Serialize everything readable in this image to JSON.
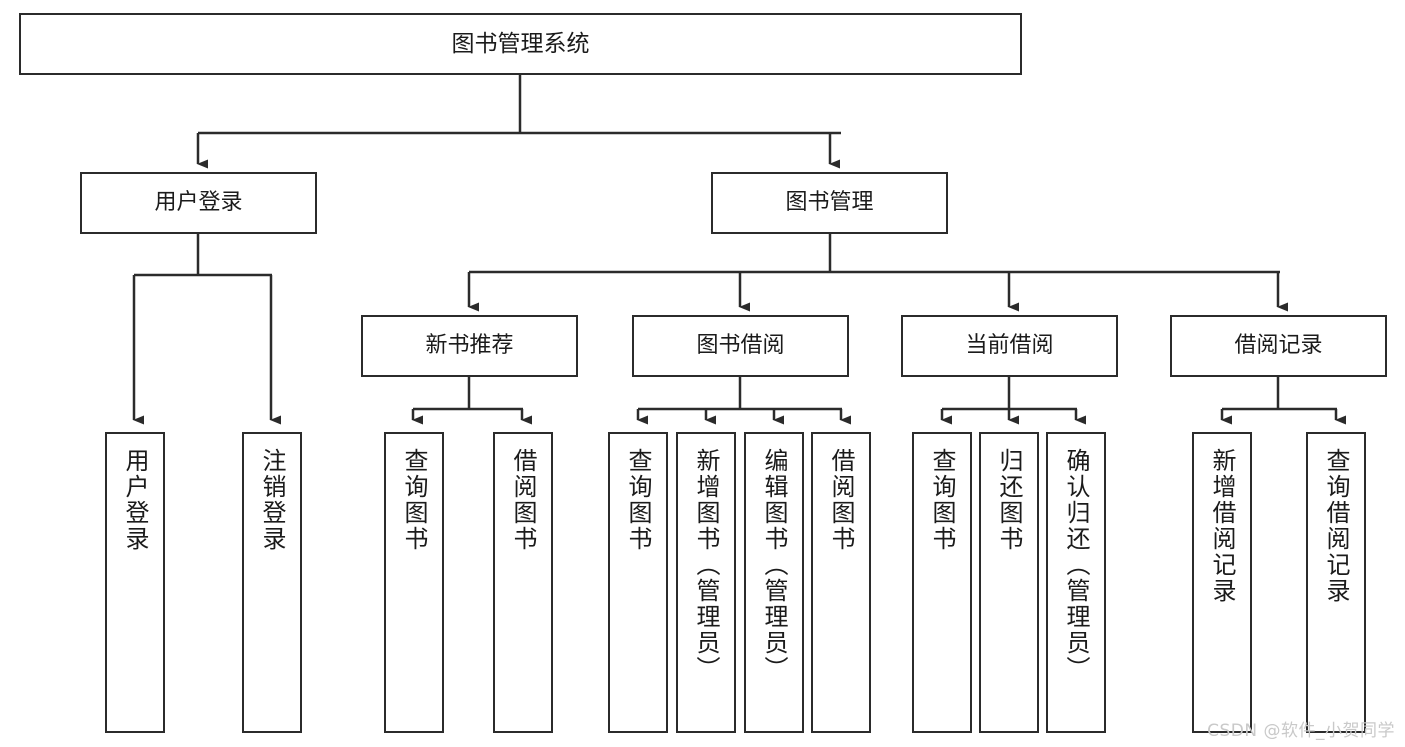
{
  "diagram": {
    "title": "图书管理系统",
    "type": "tree",
    "watermark": "CSDN @软件_小贺同学",
    "colors": {
      "node_border": "#2b2b2b",
      "node_fill": "#ffffff",
      "edge": "#2b2b2b",
      "text": "#1b1b1b",
      "watermark": "#c9c9c9",
      "background": "#ffffff"
    },
    "root": {
      "label": "图书管理系统"
    },
    "level2": [
      {
        "label": "用户登录"
      },
      {
        "label": "图书管理"
      }
    ],
    "level3": [
      {
        "label": "新书推荐"
      },
      {
        "label": "图书借阅"
      },
      {
        "label": "当前借阅"
      },
      {
        "label": "借阅记录"
      }
    ],
    "leaves": {
      "user_login": [
        {
          "label": "用户登录"
        },
        {
          "label": "注销登录"
        }
      ],
      "new_book_recommend": [
        {
          "label": "查询图书"
        },
        {
          "label": "借阅图书"
        }
      ],
      "book_borrow": [
        {
          "label": "查询图书"
        },
        {
          "label": "新增图书（管理员）"
        },
        {
          "label": "编辑图书（管理员）"
        },
        {
          "label": "借阅图书"
        }
      ],
      "current_borrow": [
        {
          "label": "查询图书"
        },
        {
          "label": "归还图书"
        },
        {
          "label": "确认归还（管理员）"
        }
      ],
      "borrow_record": [
        {
          "label": "新增借阅记录"
        },
        {
          "label": "查询借阅记录"
        }
      ]
    }
  }
}
